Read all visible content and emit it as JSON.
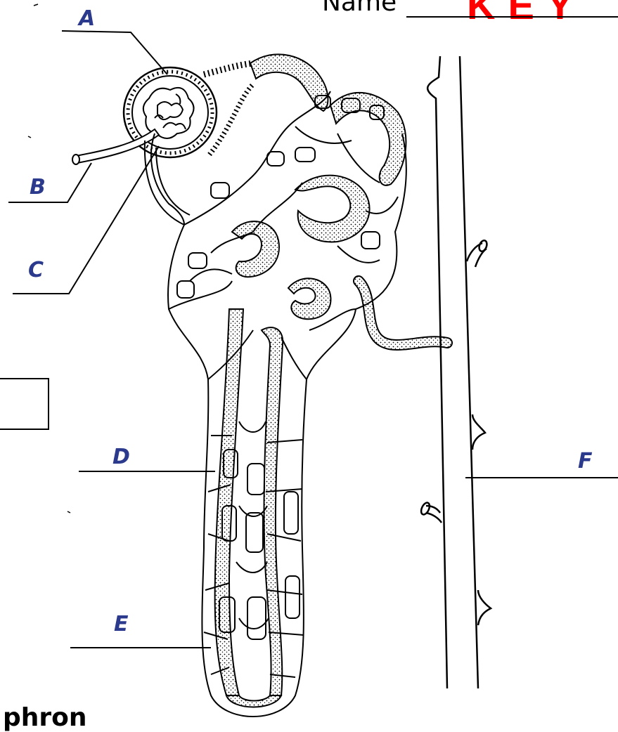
{
  "header": {
    "name_label": "Name",
    "key_text": "KEY"
  },
  "labels": {
    "a": "A",
    "b": "B",
    "c": "C",
    "d": "D",
    "e": "E",
    "f": "F"
  },
  "caption": "phron",
  "colors": {
    "label": "#2b3a8c",
    "key": "#ff0000",
    "line": "#000000"
  }
}
